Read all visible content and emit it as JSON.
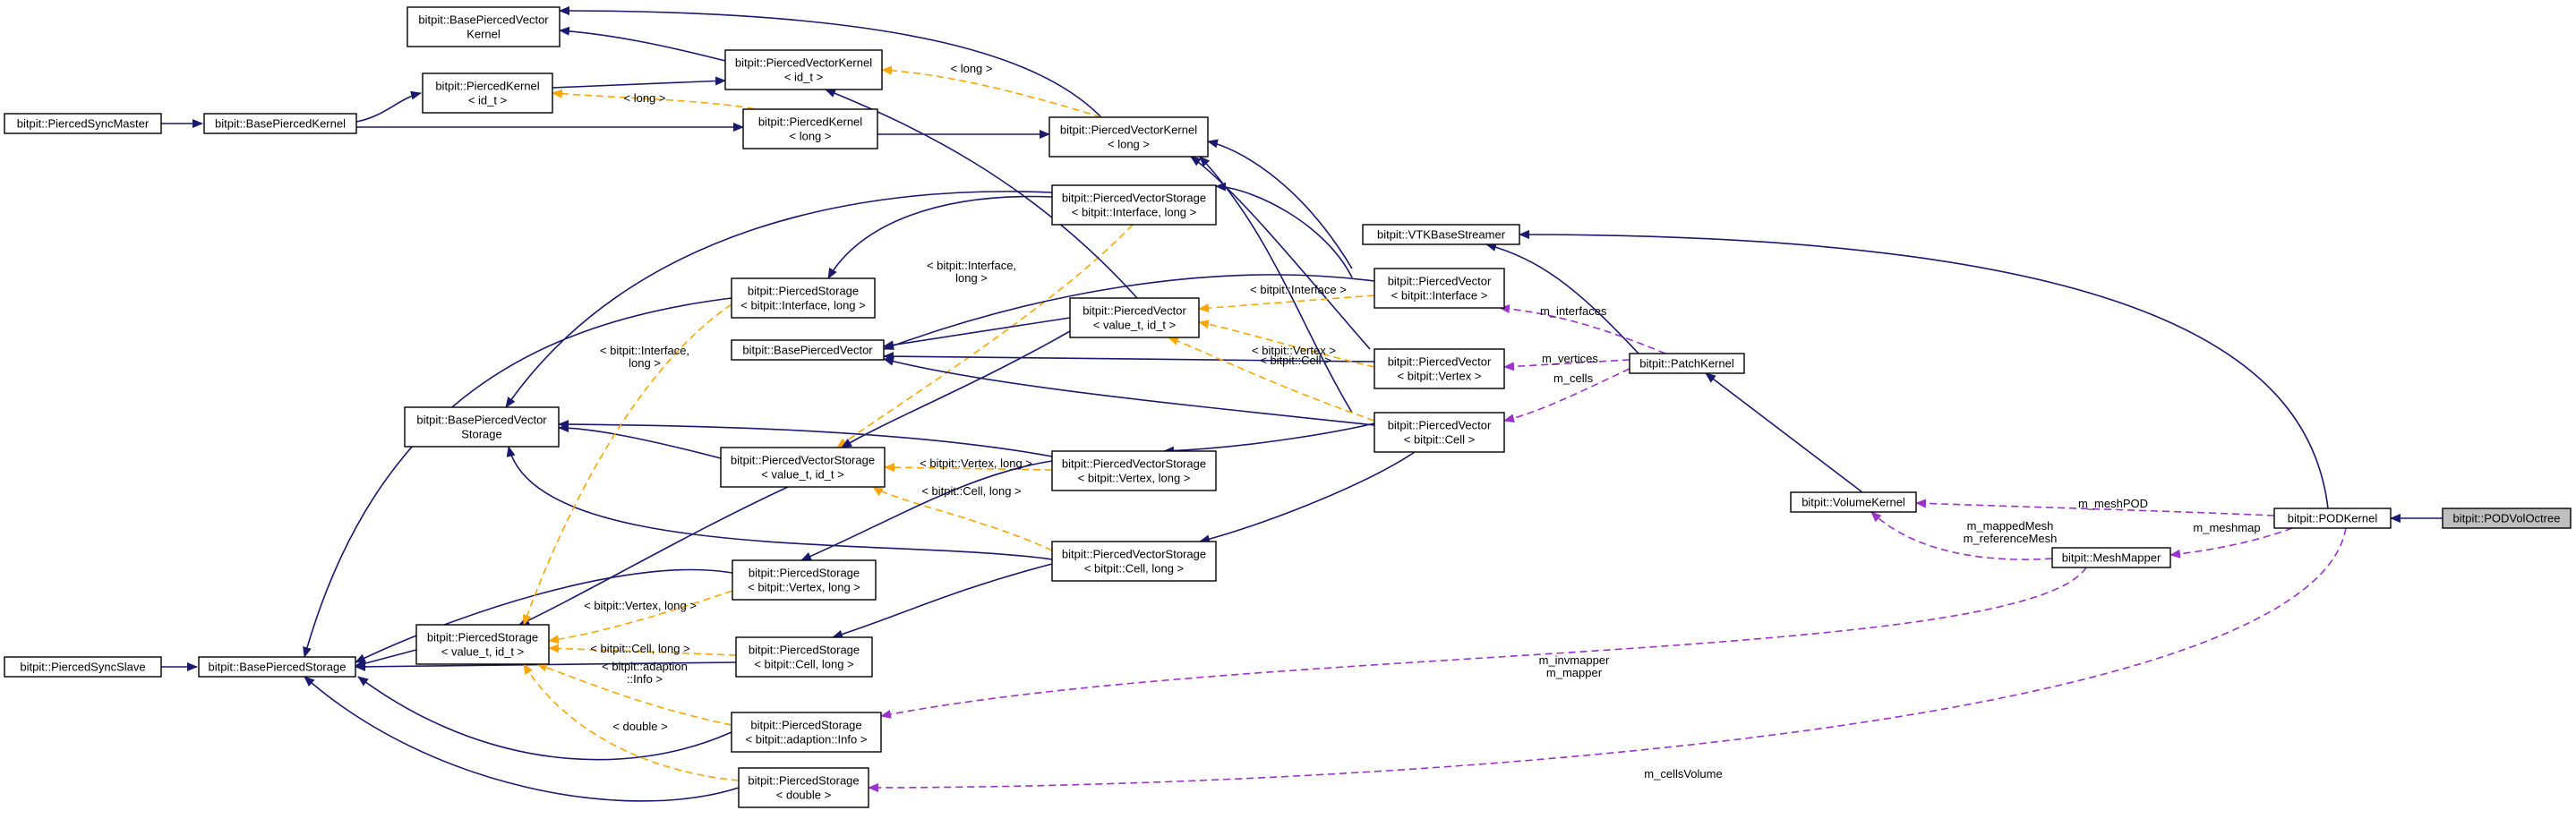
{
  "nodes": {
    "bpvk": [
      "bitpit::BasePiercedVector",
      "Kernel"
    ],
    "pvk_id": [
      "bitpit::PiercedVectorKernel",
      "< id_t >"
    ],
    "pk_id": [
      "bitpit::PiercedKernel",
      "< id_t >"
    ],
    "psm": [
      "bitpit::PiercedSyncMaster"
    ],
    "bpk": [
      "bitpit::BasePiercedKernel"
    ],
    "pk_long": [
      "bitpit::PiercedKernel",
      "< long >"
    ],
    "pvk_long": [
      "bitpit::PiercedVectorKernel",
      "< long >"
    ],
    "pvs_iface": [
      "bitpit::PiercedVectorStorage",
      "< bitpit::Interface, long >"
    ],
    "vtk": [
      "bitpit::VTKBaseStreamer"
    ],
    "ps_iface": [
      "bitpit::PiercedStorage",
      "< bitpit::Interface, long >"
    ],
    "pv_val": [
      "bitpit::PiercedVector",
      "< value_t, id_t >"
    ],
    "pv_iface": [
      "bitpit::PiercedVector",
      "< bitpit::Interface >"
    ],
    "bpv": [
      "bitpit::BasePiercedVector"
    ],
    "pv_vert": [
      "bitpit::PiercedVector",
      "< bitpit::Vertex >"
    ],
    "patch": [
      "bitpit::PatchKernel"
    ],
    "bpvs": [
      "bitpit::BasePiercedVector",
      "Storage"
    ],
    "pv_cell": [
      "bitpit::PiercedVector",
      "< bitpit::Cell >"
    ],
    "pvs_val": [
      "bitpit::PiercedVectorStorage",
      "< value_t, id_t >"
    ],
    "pvs_vert": [
      "bitpit::PiercedVectorStorage",
      "< bitpit::Vertex, long >"
    ],
    "volk": [
      "bitpit::VolumeKernel"
    ],
    "podk": [
      "bitpit::PODKernel"
    ],
    "podvo": [
      "bitpit::PODVolOctree"
    ],
    "mm": [
      "bitpit::MeshMapper"
    ],
    "pvs_cell": [
      "bitpit::PiercedVectorStorage",
      "< bitpit::Cell, long >"
    ],
    "ps_vert": [
      "bitpit::PiercedStorage",
      "< bitpit::Vertex, long >"
    ],
    "ps_val": [
      "bitpit::PiercedStorage",
      "< value_t, id_t >"
    ],
    "pss": [
      "bitpit::PiercedSyncSlave"
    ],
    "bps": [
      "bitpit::BasePiercedStorage"
    ],
    "ps_cell": [
      "bitpit::PiercedStorage",
      "< bitpit::Cell, long >"
    ],
    "ps_adapt": [
      "bitpit::PiercedStorage",
      "< bitpit::adaption::Info >"
    ],
    "ps_double": [
      "bitpit::PiercedStorage",
      "< double >"
    ]
  },
  "edge_labels": {
    "long_pvk": [
      "< long >"
    ],
    "long_pk": [
      "< long >"
    ],
    "iface_pvs": [
      "< bitpit::Interface,",
      "long >"
    ],
    "iface_pv": [
      "< bitpit::Interface >"
    ],
    "iface_ps": [
      "< bitpit::Interface,",
      "long >"
    ],
    "vertex_pv": [
      "< bitpit::Vertex >"
    ],
    "cell_pv": [
      "< bitpit::Cell >"
    ],
    "vertex_pvs": [
      "< bitpit::Vertex, long >"
    ],
    "cell_pvs": [
      "< bitpit::Cell, long >"
    ],
    "vertex_ps": [
      "< bitpit::Vertex, long >"
    ],
    "cell_ps": [
      "< bitpit::Cell, long >"
    ],
    "adapt_ps": [
      "< bitpit::adaption",
      "::Info >"
    ],
    "double_ps": [
      "< double >"
    ],
    "m_interfaces": [
      "m_interfaces"
    ],
    "m_vertices": [
      "m_vertices"
    ],
    "m_cells": [
      "m_cells"
    ],
    "m_meshPOD": [
      "m_meshPOD"
    ],
    "m_meshmap": [
      "m_meshmap"
    ],
    "m_mapped": [
      "m_mappedMesh",
      "m_referenceMesh"
    ],
    "m_inv": [
      "m_invmapper",
      "m_mapper"
    ],
    "m_cellsVolume": [
      "m_cellsVolume"
    ]
  },
  "colors": {
    "inheritance": "#191970",
    "template": "#ffa500",
    "usage": "#9a32cd",
    "highlight_fill": "#bfbfbf"
  }
}
